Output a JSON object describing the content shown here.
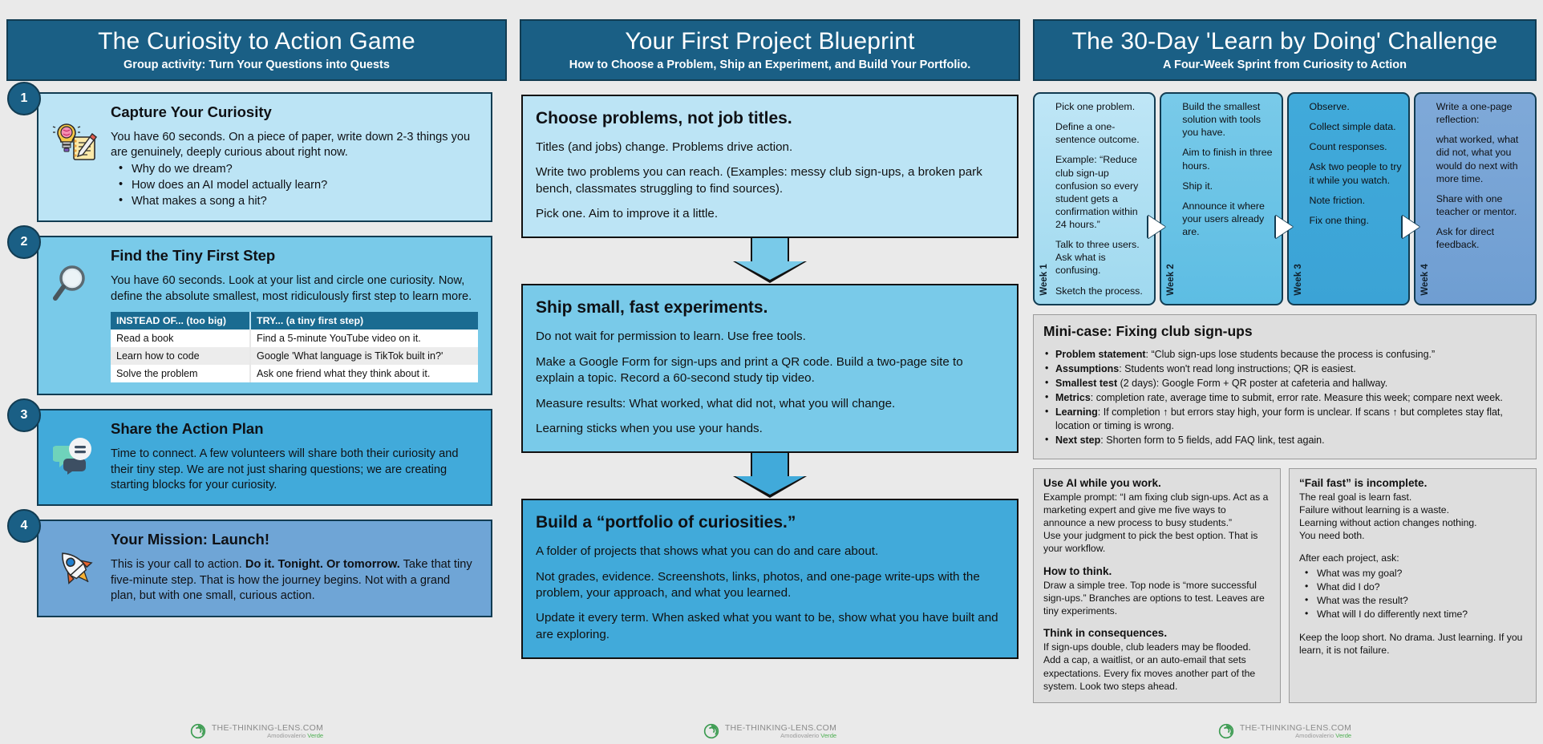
{
  "columns": {
    "left": {
      "header": {
        "title": "The Curiosity to Action Game",
        "subtitle": "Group activity: Turn Your Questions into Quests"
      },
      "steps": [
        {
          "number": "1",
          "icon": "lightbulb-brain-notepad-icon",
          "title": "Capture Your Curiosity",
          "text": "You have 60 seconds. On a piece of paper, write down 2-3 things you are genuinely, deeply curious about right now.",
          "bullets": [
            "Why do we dream?",
            "How does an AI model actually learn?",
            "What makes a song a hit?"
          ]
        },
        {
          "number": "2",
          "icon": "magnifying-glass-icon",
          "title": "Find the Tiny First Step",
          "text": "You have 60 seconds. Look at your list and circle one curiosity. Now, define the absolute smallest, most ridiculously first step to learn more.",
          "table": {
            "headers": [
              "INSTEAD OF... (too big)",
              "TRY... (a tiny first step)"
            ],
            "rows": [
              [
                "Read a book",
                "Find a 5-minute YouTube video on it."
              ],
              [
                "Learn how to code",
                "Google 'What language is TikTok built in?'"
              ],
              [
                "Solve the problem",
                "Ask one friend what they think about it."
              ]
            ]
          }
        },
        {
          "number": "3",
          "icon": "speech-bubbles-icon",
          "title": "Share the Action Plan",
          "text": "Time to connect. A few volunteers will share both their curiosity and their tiny step. We are not just sharing questions; we are creating starting blocks for your curiosity."
        },
        {
          "number": "4",
          "icon": "rocket-icon",
          "title": "Your Mission: Launch!",
          "text_before": "This is your call to action. ",
          "text_bold": "Do it. Tonight. Or tomorrow.",
          "text_after": " Take that tiny five-minute step. That is how the journey begins. Not with a grand plan, but with one small, curious action."
        }
      ]
    },
    "middle": {
      "header": {
        "title": "Your First Project Blueprint",
        "subtitle": "How to Choose a Problem, Ship an Experiment, and Build Your Portfolio."
      },
      "boxes": [
        {
          "title": "Choose problems, not job titles.",
          "paragraphs": [
            "Titles (and jobs) change. Problems drive action.",
            "Write two problems you can reach. (Examples: messy club sign-ups, a broken park bench, classmates struggling to find sources).",
            "Pick one. Aim to improve it a little."
          ]
        },
        {
          "title": "Ship small, fast experiments.",
          "paragraphs": [
            "Do not wait for permission to learn. Use free tools.",
            "Make a Google Form for sign-ups and print a QR code. Build a two-page site to explain a topic. Record a 60-second study tip video.",
            "Measure results: What worked, what did not, what you will change.",
            "Learning sticks when you use your hands."
          ]
        },
        {
          "title": "Build a “portfolio of curiosities.”",
          "paragraphs": [
            "A folder of projects that shows what you can do and care about.",
            "Not grades, evidence. Screenshots, links, photos, and one-page write-ups with the problem, your approach, and what you learned.",
            "Update it every term. When asked what you want to be, show what you have built and are exploring."
          ]
        }
      ]
    },
    "right": {
      "header": {
        "title": "The 30-Day 'Learn by Doing' Challenge",
        "subtitle": "A Four-Week Sprint from Curiosity to Action"
      },
      "weeks": [
        {
          "label": "Week 1",
          "paragraphs": [
            "Pick one problem.",
            "Define a one-sentence outcome.",
            "Example: “Reduce club sign-up confusion so every student gets a confirmation within 24 hours.”",
            "Talk to three users. Ask what is confusing.",
            "Sketch the process."
          ]
        },
        {
          "label": "Week 2",
          "paragraphs": [
            "Build the smallest solution with tools you have.",
            "Aim to finish in three hours.",
            "Ship it.",
            "Announce it where your users already are."
          ]
        },
        {
          "label": "Week 3",
          "paragraphs": [
            "Observe.",
            "Collect simple data.",
            "Count responses.",
            "Ask two people to try it while you watch.",
            "Note friction.",
            "Fix one thing."
          ]
        },
        {
          "label": "Week 4",
          "paragraphs": [
            "Write a one-page reflection:",
            "what worked, what did not, what you would do next with more time.",
            "Share with one teacher or mentor.",
            "Ask for direct feedback."
          ]
        }
      ],
      "mini_case": {
        "title": "Mini-case: Fixing club sign-ups",
        "items": [
          {
            "label": "Problem statement",
            "sep": ":",
            "text": " “Club sign-ups lose students because the process is confusing.”"
          },
          {
            "label": "Assumptions",
            "sep": ":",
            "text": " Students won't read long instructions; QR is easiest."
          },
          {
            "label": "Smallest test",
            "sep": "",
            "text": " (2 days): Google Form + QR poster at cafeteria and hallway."
          },
          {
            "label": "Metrics",
            "sep": ":",
            "text": " completion rate, average time to submit, error rate. Measure this week; compare next week."
          },
          {
            "label": "Learning",
            "sep": ":",
            "text": " If completion ↑ but errors stay high, your form is unclear. If scans ↑ but completes stay flat, location or timing is wrong."
          },
          {
            "label": "Next step",
            "sep": ":",
            "text": " Shorten form to 5 fields, add FAQ link, test again."
          }
        ]
      },
      "panel_left": {
        "blocks": [
          {
            "heading": "Use AI while you work.",
            "text": "Example prompt: “I am fixing club sign-ups. Act as a marketing expert and give me five ways to announce a new process to busy students.”\nUse your judgment to pick the best option. That is your workflow."
          },
          {
            "heading": "How to think.",
            "text": "Draw a simple tree. Top node is “more successful sign-ups.” Branches are options to test. Leaves are tiny experiments."
          },
          {
            "heading": "Think in consequences.",
            "text": "If sign-ups double, club leaders may be flooded. Add a cap, a waitlist, or an auto-email that sets expectations. Every fix moves another part of the system. Look two steps ahead."
          }
        ]
      },
      "panel_right": {
        "heading": "“Fail fast” is incomplete.",
        "lines": [
          "The real goal is learn fast.",
          "Failure without learning is a waste.",
          "Learning without action changes nothing.",
          "You need both."
        ],
        "ask_label": "After each project, ask:",
        "questions": [
          "What was my goal?",
          "What did I do?",
          "What was the result?",
          "What will I do differently next time?"
        ],
        "closing": "Keep the loop short. No drama. Just learning. If you learn, it is not failure."
      }
    }
  },
  "footer": {
    "site": "THE-THINKING-LENS.COM",
    "author": "Amodiovalerio ",
    "author_accent": "Verde",
    "logo": "spiral-lens-logo-icon"
  },
  "colors": {
    "header_bg": "#1a5f85",
    "card_1": "#bce4f5",
    "card_2": "#79cae9",
    "card_3": "#41aada",
    "card_4": "#6fa5d6",
    "panel_bg": "#dedede",
    "page_bg": "#eaeaea",
    "accent_green": "#4caf50"
  }
}
